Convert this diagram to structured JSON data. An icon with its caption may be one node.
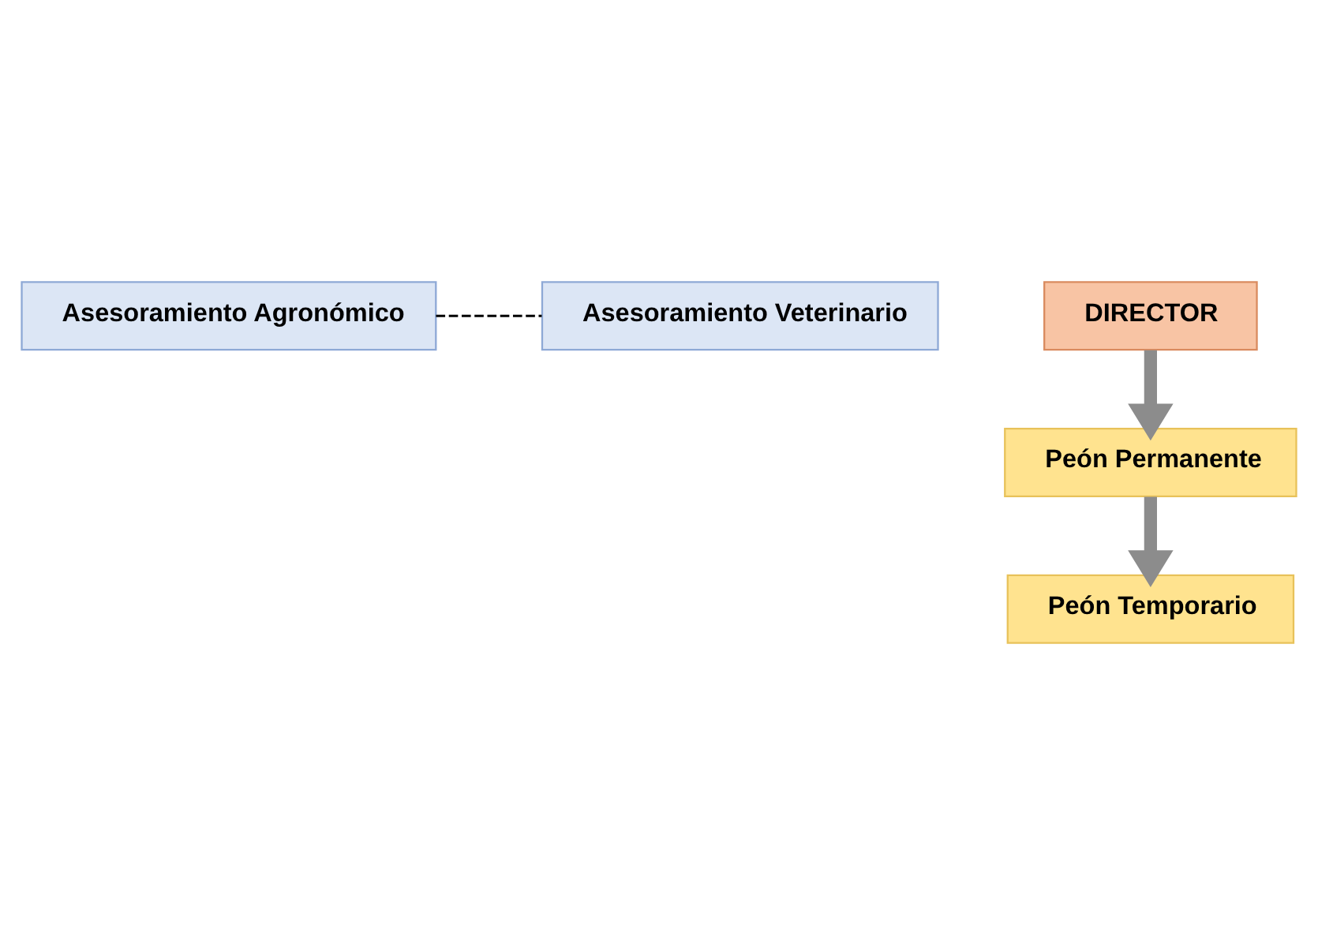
{
  "diagram": {
    "nodes": [
      {
        "text": [
          "DIRECTOR"
        ]
      },
      {
        "text": [
          "Asesoramiento Agronómico"
        ]
      },
      {
        "text": [
          "Asesoramiento Veterinario"
        ]
      },
      {
        "text": [
          "Peón Permanente"
        ]
      },
      {
        "text": [
          "Peón Temporario"
        ]
      }
    ],
    "edges": [
      {
        "from": 0,
        "to": 3,
        "arrow": "to"
      },
      {
        "from": 1,
        "to": 2,
        "arrow": "none",
        "style": "dashed",
        "color": "#000000"
      },
      {
        "from": 3,
        "to": 4,
        "arrow": "to"
      }
    ]
  }
}
